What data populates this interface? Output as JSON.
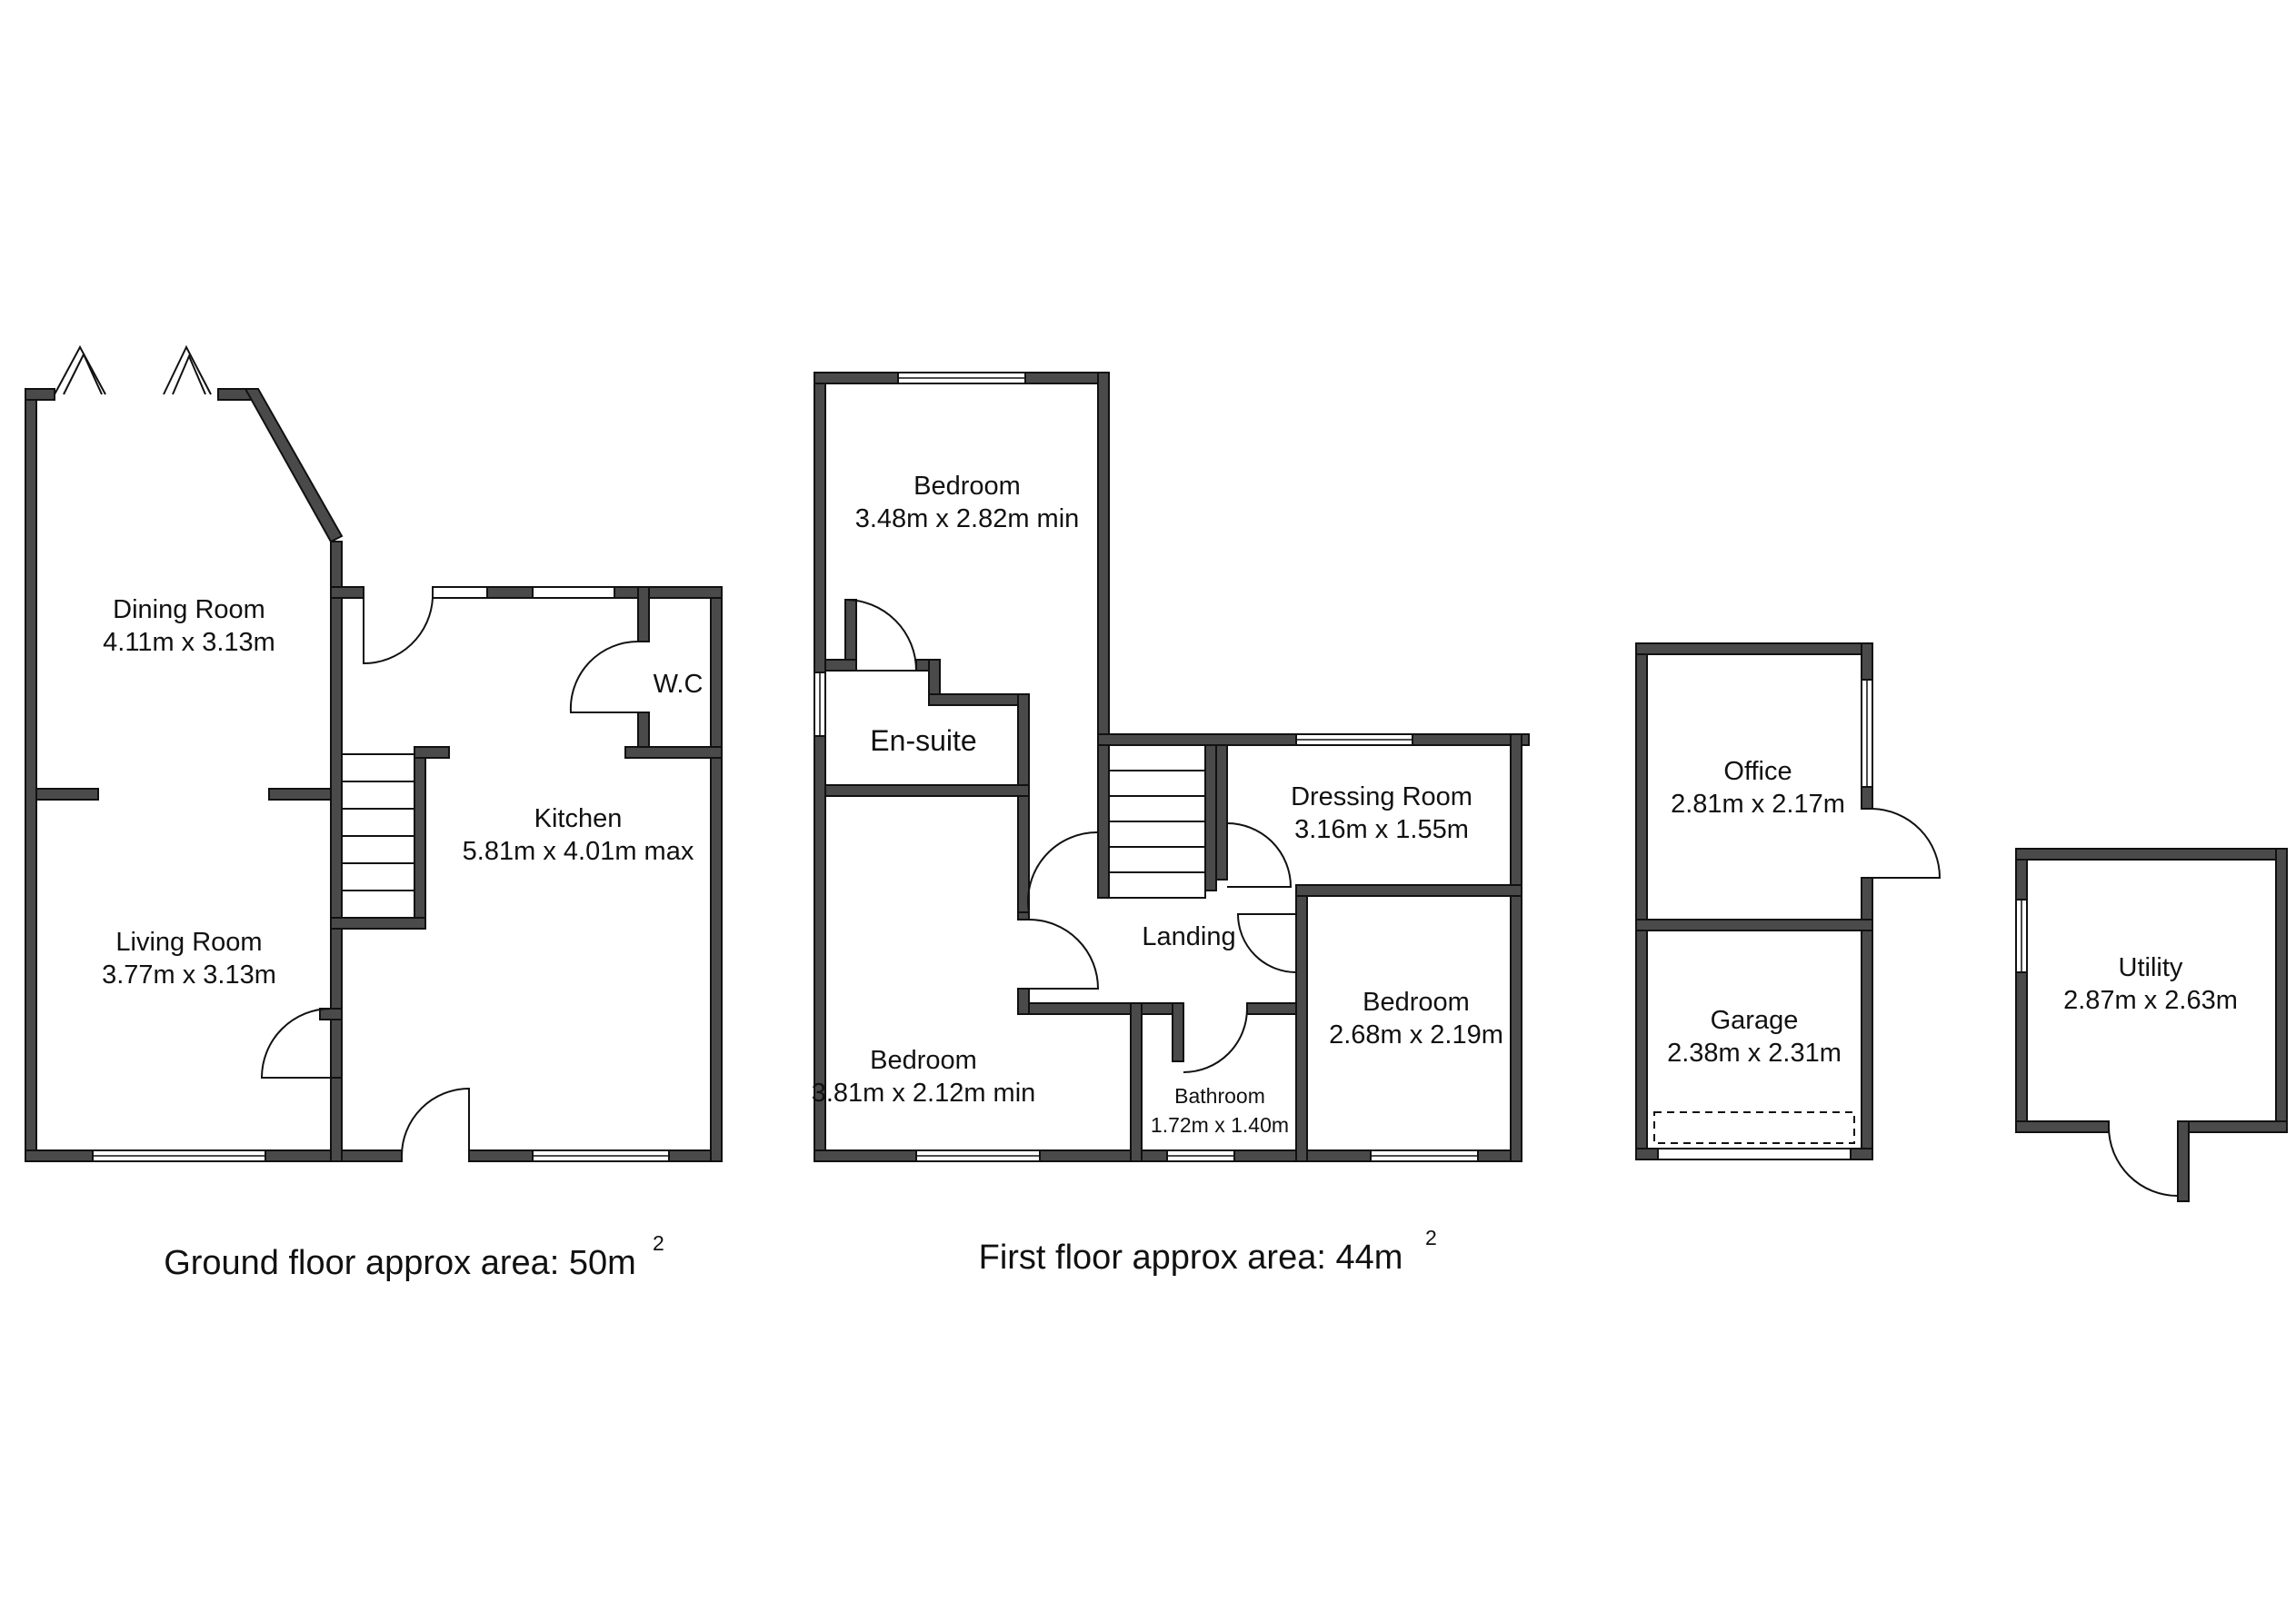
{
  "ground_floor": {
    "rooms": [
      {
        "name": "Dining Room",
        "size": "4.11m x 3.13m"
      },
      {
        "name": "Living Room",
        "size": "3.77m x 3.13m"
      },
      {
        "name": "Kitchen",
        "size": "5.81m x 4.01m max"
      },
      {
        "name": "W.C",
        "size": ""
      }
    ],
    "caption": "Ground floor approx area: 50m",
    "caption_sup": "2"
  },
  "first_floor": {
    "rooms": [
      {
        "name": "Bedroom",
        "size": "3.48m x 2.82m min"
      },
      {
        "name": "En-suite",
        "size": ""
      },
      {
        "name": "Bedroom",
        "size": "3.81m x 2.12m min"
      },
      {
        "name": "Landing",
        "size": ""
      },
      {
        "name": "Dressing Room",
        "size": "3.16m x 1.55m"
      },
      {
        "name": "Bedroom",
        "size": "2.68m x 2.19m"
      },
      {
        "name": "Bathroom",
        "size": "1.72m x 1.40m"
      }
    ],
    "caption": "First floor approx area: 44m",
    "caption_sup": "2"
  },
  "outbuildings": {
    "rooms": [
      {
        "name": "Office",
        "size": "2.81m x 2.17m"
      },
      {
        "name": "Garage",
        "size": "2.38m x 2.31m"
      },
      {
        "name": "Utility",
        "size": "2.87m x 2.63m"
      }
    ]
  },
  "colors": {
    "wall": "#4a4a4a",
    "line": "#111111",
    "background": "#ffffff"
  }
}
